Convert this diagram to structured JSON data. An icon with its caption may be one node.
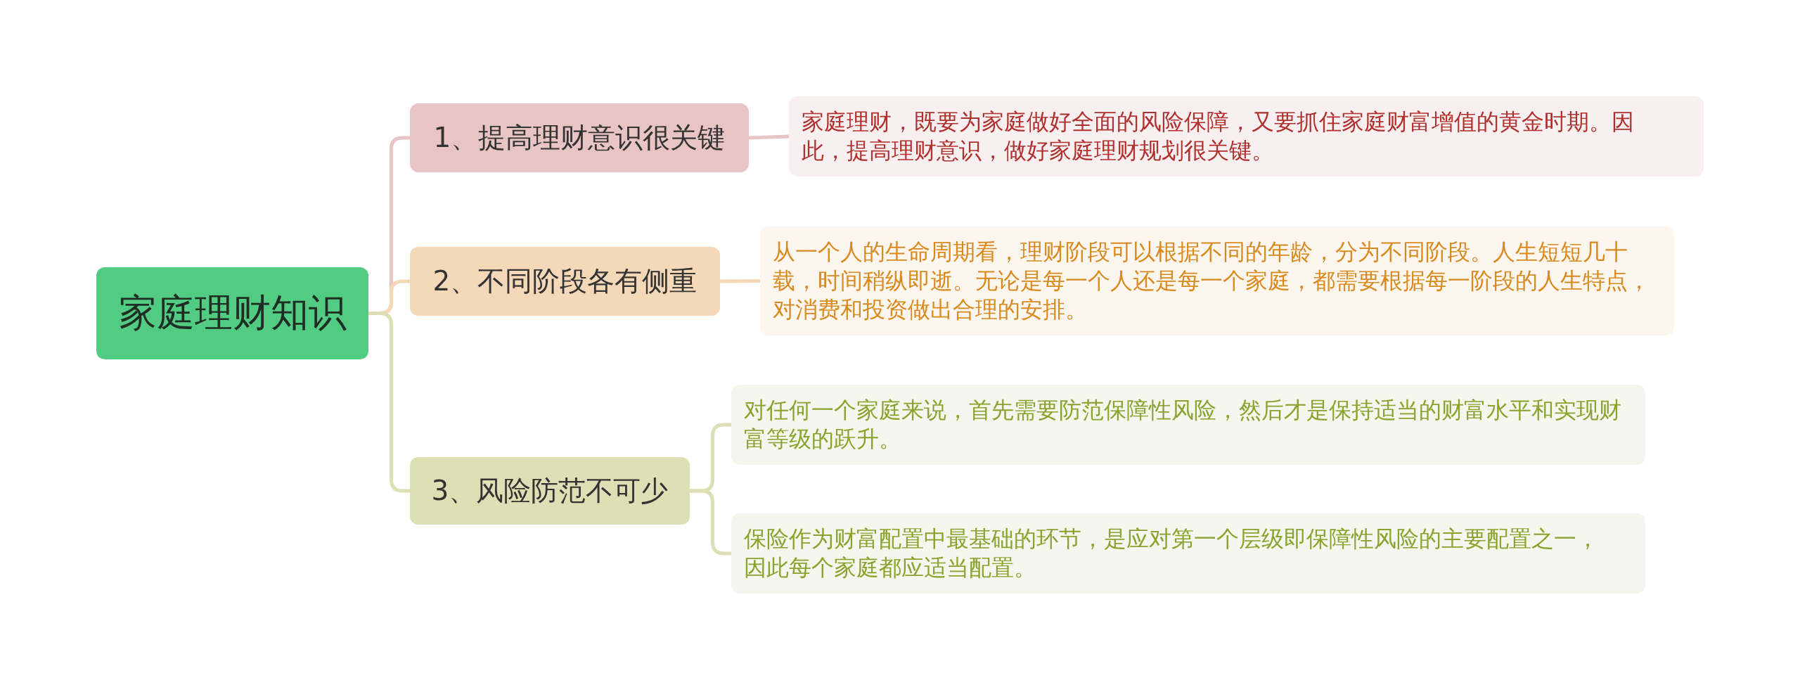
{
  "diagram": {
    "nodes": [
      {
        "text": [
          "家庭理财知识"
        ]
      },
      {
        "text": [
          "1、提高理财意识很关键"
        ]
      },
      {
        "text": [
          "2、不同阶段各有侧重"
        ]
      },
      {
        "text": [
          "3、风险防范不可少"
        ]
      },
      {
        "text": [
          "家庭理财，既要为家庭做好全面的风险保障，又要抓住家庭财富增值的黄金时期。因此，提高理财意识，做好家庭理财规划很关键。"
        ]
      },
      {
        "text": [
          "从一个人的生命周期看，理财阶段可以根据不同的年龄，分为不同阶段。人生短短几十载，时间稍纵即逝。无论是每一个人还是每一个家庭，都需要根据每一阶段的人生特点，对消费和投资做出合理的安排。"
        ]
      },
      {
        "text": [
          "对任何一个家庭来说，首先需要防范保障性风险，然后才是保持适当的财富水平和实现财富等级的跃升。"
        ]
      },
      {
        "text": [
          "保险作为财富配置中最基础的环节，是应对第一个层级即保障性风险的主要配置之一，因此每个家庭都应适当配置。"
        ]
      }
    ],
    "edges": [
      {
        "from": 0,
        "to": 1,
        "arrow": "none",
        "color": "#e8c4c4"
      },
      {
        "from": 0,
        "to": 2,
        "arrow": "none",
        "color": "#f5d8b8"
      },
      {
        "from": 0,
        "to": 3,
        "arrow": "none",
        "color": "#dde0b4"
      },
      {
        "from": 1,
        "to": 4,
        "arrow": "none",
        "color": "#e8c4c4"
      },
      {
        "from": 2,
        "to": 5,
        "arrow": "none",
        "color": "#f5d8b8"
      },
      {
        "from": 3,
        "to": 6,
        "arrow": "none",
        "color": "#dde0b4"
      },
      {
        "from": 3,
        "to": 7,
        "arrow": "none",
        "color": "#dde0b4"
      }
    ]
  }
}
